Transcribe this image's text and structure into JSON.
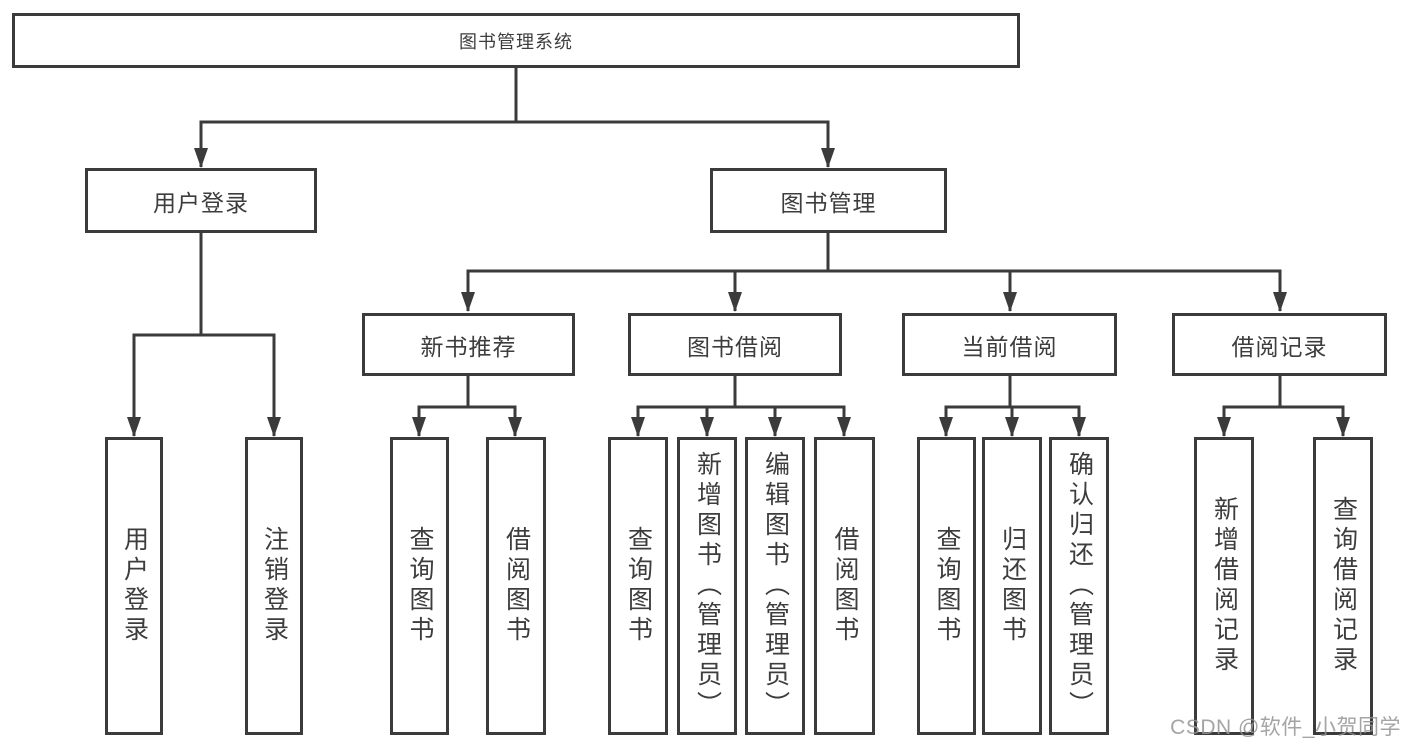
{
  "tree": {
    "root": "图书管理系统",
    "branches": [
      {
        "label": "用户登录",
        "children": [
          "用户登录",
          "注销登录"
        ]
      },
      {
        "label": "图书管理",
        "sections": [
          {
            "label": "新书推荐",
            "children": [
              "查询图书",
              "借阅图书"
            ]
          },
          {
            "label": "图书借阅",
            "children": [
              "查询图书",
              "新增图书（管理员）",
              "编辑图书（管理员）",
              "借阅图书"
            ]
          },
          {
            "label": "当前借阅",
            "children": [
              "查询图书",
              "归还图书",
              "确认归还（管理员）"
            ]
          },
          {
            "label": "借阅记录",
            "children": [
              "新增借阅记录",
              "查询借阅记录"
            ]
          }
        ]
      }
    ]
  },
  "watermark": "CSDN @软件_小贺同学",
  "colors": {
    "line": "#3b3b3b",
    "text": "#3d3d3d",
    "background": "#ffffff",
    "watermark": "#949494"
  }
}
